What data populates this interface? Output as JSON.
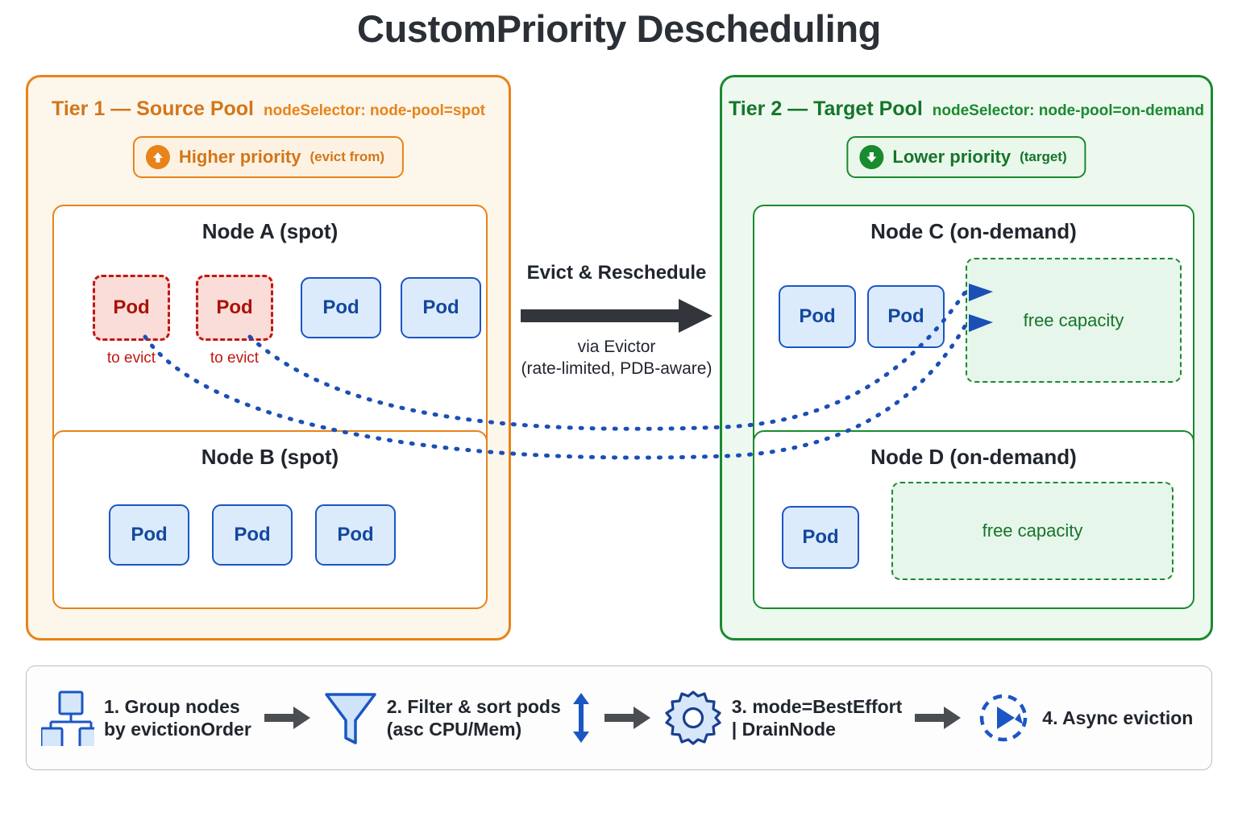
{
  "title": "CustomPriority Descheduling",
  "colors": {
    "source_accent": "#e8831a",
    "target_accent": "#1a8a2e",
    "pod": "#1a56c4",
    "evict": "#c0180f",
    "text": "#21262e"
  },
  "source_pool": {
    "heading": "Tier 1 — Source Pool",
    "selector": "nodeSelector: node-pool=spot",
    "priority_badge": {
      "icon": "arrow-up-icon",
      "label": "Higher priority",
      "note": "(evict from)"
    },
    "nodes": [
      {
        "title": "Node A (spot)",
        "pods": [
          {
            "label": "Pod",
            "state": "evict",
            "note": "to evict"
          },
          {
            "label": "Pod",
            "state": "evict",
            "note": "to evict"
          },
          {
            "label": "Pod",
            "state": "normal",
            "note": ""
          },
          {
            "label": "Pod",
            "state": "normal",
            "note": ""
          }
        ]
      },
      {
        "title": "Node B (spot)",
        "pods": [
          {
            "label": "Pod",
            "state": "normal",
            "note": ""
          },
          {
            "label": "Pod",
            "state": "normal",
            "note": ""
          },
          {
            "label": "Pod",
            "state": "normal",
            "note": ""
          }
        ]
      }
    ]
  },
  "target_pool": {
    "heading": "Tier 2 — Target Pool",
    "selector": "nodeSelector: node-pool=on-demand",
    "priority_badge": {
      "icon": "arrow-down-icon",
      "label": "Lower priority",
      "note": "(target)"
    },
    "nodes": [
      {
        "title": "Node C (on-demand)",
        "pods": [
          {
            "label": "Pod",
            "state": "normal"
          },
          {
            "label": "Pod",
            "state": "normal"
          }
        ],
        "free_capacity": "free capacity"
      },
      {
        "title": "Node D (on-demand)",
        "pods": [
          {
            "label": "Pod",
            "state": "normal"
          }
        ],
        "free_capacity": "free capacity"
      }
    ]
  },
  "transfer": {
    "top_label": "Evict & Reschedule",
    "bottom_line1": "via Evictor",
    "bottom_line2": "(rate-limited, PDB-aware)"
  },
  "legend": {
    "steps": [
      {
        "icon": "org-tree-icon",
        "text": "1. Group nodes\nby evictionOrder"
      },
      {
        "icon": "funnel-icon",
        "text": "2. Filter & sort pods\n(asc CPU/Mem)",
        "extra_icon": "up-down-arrow-icon"
      },
      {
        "icon": "gear-icon",
        "text": "3. mode=BestEffort\n| DrainNode"
      },
      {
        "icon": "async-play-icon",
        "text": "4. Async eviction"
      }
    ],
    "separator_icon": "arrow-right-icon"
  }
}
